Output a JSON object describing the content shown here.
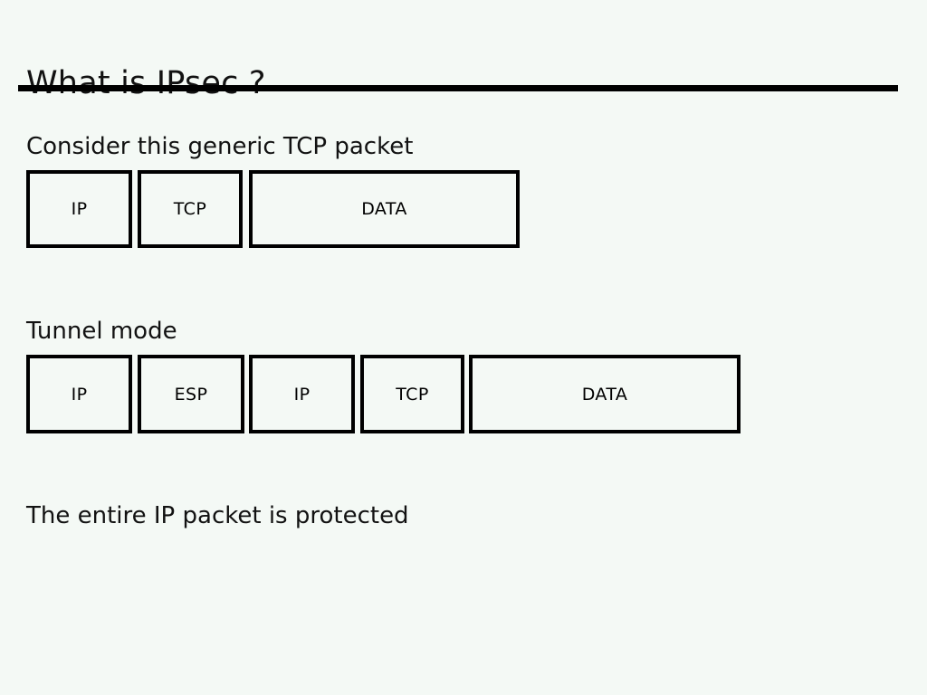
{
  "slide": {
    "title": "What is IPsec ?",
    "background_color": "#f4f9f5",
    "rule_color": "#000000",
    "text_color": "#121212"
  },
  "sections": {
    "generic_packet": {
      "caption": "Consider this generic TCP packet",
      "boxes": [
        {
          "label": "IP"
        },
        {
          "label": "TCP"
        },
        {
          "label": "DATA"
        }
      ]
    },
    "tunnel_mode": {
      "caption": "Tunnel mode",
      "boxes": [
        {
          "label": "IP"
        },
        {
          "label": "ESP"
        },
        {
          "label": "IP"
        },
        {
          "label": "TCP"
        },
        {
          "label": "DATA"
        }
      ]
    },
    "footer": {
      "caption": "The entire IP packet is protected"
    }
  }
}
